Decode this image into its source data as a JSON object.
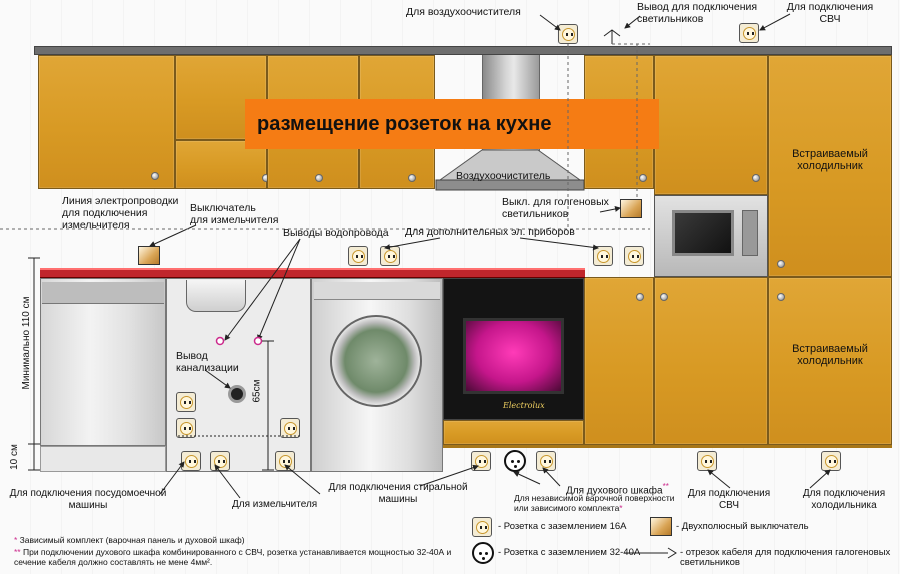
{
  "title": "размещение розеток на кухне",
  "labels": {
    "air_purifier_outlet": "Для воздухоочистителя",
    "light_outlet": "Вывод для подключения\nсветильников",
    "microwave_outlet": "Для подключения\nСВЧ",
    "air_purifier": "Воздухоочиститель",
    "fridge_top": "Встраиваемый\nхолодильник",
    "fridge_bottom": "Встраиваемый\nхолодильник",
    "wiring_line": "Линия электропроводки\nдля подключения\nизмельчителя",
    "grinder_switch": "Выключатель\nдля измельчителя",
    "water_outlets": "Выводы водопровода",
    "extra_devices": "Для дополнительных  эл. приборов",
    "halogen_switch": "Выкл. для голгеновых\nсветильников",
    "sewage_outlet": "Вывод\nканализации",
    "height_min": "Минимально 110 см",
    "height_10": "10 см",
    "height_65": "65см",
    "dishwasher": "Для подключения посудомоечной\nмашины",
    "grinder": "Для измельчителя",
    "washing_machine": "Для подключения стиральной\nмашины",
    "oven": "Для духового шкафа",
    "oven_mark": "**",
    "hob_note": "Для независимой варочной поверхности\nили зависимого комплекта",
    "hob_note_mark": "*",
    "microwave_bottom": "Для подключения\nСВЧ",
    "fridge_outlet": "Для подключения\nхолодильника"
  },
  "footnotes": {
    "note1_mark": "*",
    "note1": " Зависимый комплект (варочная панель и духовой шкаф)",
    "note2_mark": "**",
    "note2": " При подключении духового шкафа комбинированного с СВЧ, розетка устанавливается мощностью 32-40А и\nсечение кабеля должно составлять не мене 4мм².",
    "note2_sup": ""
  },
  "legend": {
    "socket_16a": "- Розетка с заземлением 16А",
    "double_switch": "- Двухполюсный выключатель",
    "socket_32_40a": "- Розетка с заземлением 32-40А",
    "cable_segment": "- отрезок кабеля для подключения галогеновых\nсветильников"
  },
  "appliances": {
    "oven_brand": "Electrolux"
  },
  "colors": {
    "cabinet": "#d89a24",
    "title_bg": "#f57c14",
    "countertop_edge": "#c0262c",
    "annotation": "#cc2a8c",
    "oven_glow": "#d11f8f"
  }
}
